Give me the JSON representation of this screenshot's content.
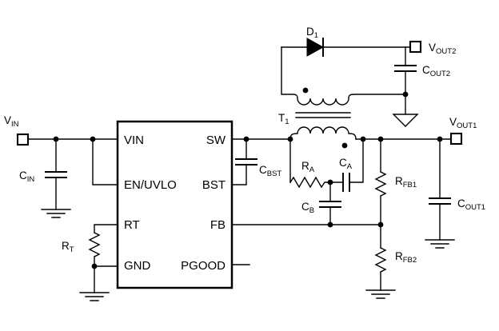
{
  "schematic": {
    "ic": {
      "left_pins": [
        "VIN",
        "EN/UVLO",
        "RT",
        "GND"
      ],
      "right_pins": [
        "SW",
        "BST",
        "FB",
        "PGOOD"
      ]
    },
    "labels": {
      "vin": {
        "main": "V",
        "sub": "IN"
      },
      "cin": {
        "main": "C",
        "sub": "IN"
      },
      "rt": {
        "main": "R",
        "sub": "T"
      },
      "cbst": {
        "main": "C",
        "sub": "BST"
      },
      "t1": {
        "main": "T",
        "sub": "1"
      },
      "d1": {
        "main": "D",
        "sub": "1"
      },
      "vout2": {
        "main": "V",
        "sub": "OUT2"
      },
      "cout2": {
        "main": "C",
        "sub": "OUT2"
      },
      "ra": {
        "main": "R",
        "sub": "A"
      },
      "ca": {
        "main": "C",
        "sub": "A"
      },
      "cb": {
        "main": "C",
        "sub": "B"
      },
      "rfb1": {
        "main": "R",
        "sub": "FB1"
      },
      "rfb2": {
        "main": "R",
        "sub": "FB2"
      },
      "vout1": {
        "main": "V",
        "sub": "OUT1"
      },
      "cout1": {
        "main": "C",
        "sub": "OUT1"
      }
    },
    "colors": {
      "wire": "#000000",
      "background": "#ffffff"
    }
  }
}
